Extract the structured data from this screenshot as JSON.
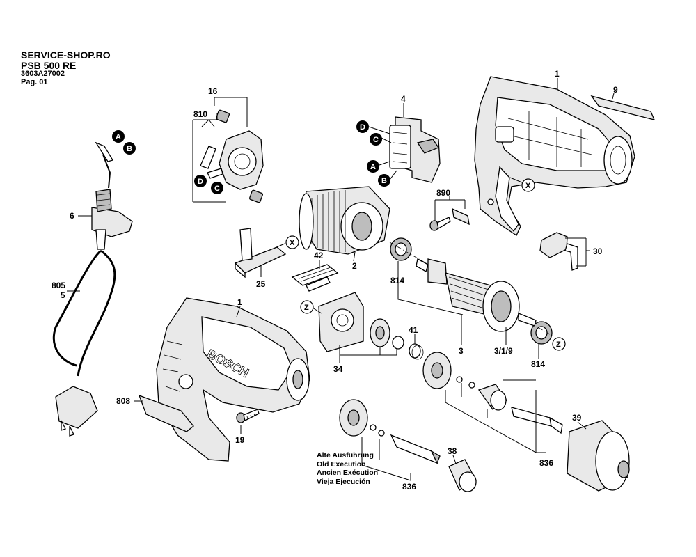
{
  "header": {
    "site": "SERVICE-SHOP.RO",
    "model": "PSB 500 RE",
    "part_number": "3603A27002",
    "page": "Pag. 01"
  },
  "legacy_note": {
    "de": "Alte Ausführung",
    "en": "Old Execution",
    "fr": "Ancien Exécution",
    "es": "Vieja Ejecución"
  },
  "brand_mark": "BOSCH",
  "callouts": {
    "c1_top": "1",
    "c9": "9",
    "c16": "16",
    "c810": "810",
    "c4": "4",
    "c890": "890",
    "c6": "6",
    "c805": "805",
    "c5": "5",
    "c2": "2",
    "c42": "42",
    "c25": "25",
    "c30": "30",
    "c814_left": "814",
    "c1_mid": "1",
    "c41": "41",
    "c3": "3",
    "c319": "3/1/9",
    "c814_right": "814",
    "c34": "34",
    "c808": "808",
    "c19": "19",
    "c39": "39",
    "c38": "38",
    "c836_right": "836",
    "c836_bottom": "836"
  },
  "markers": {
    "A": "A",
    "B": "B",
    "C": "C",
    "D": "D",
    "X": "X",
    "Z": "Z"
  }
}
